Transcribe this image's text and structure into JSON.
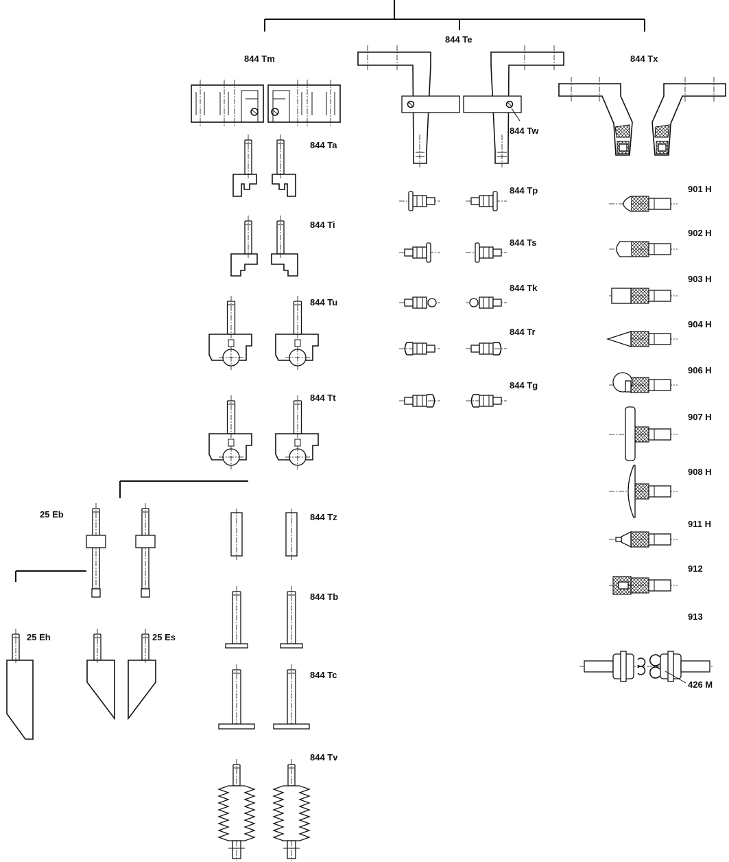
{
  "labels": {
    "Te": "844 Te",
    "Tm": "844 Tm",
    "Tx": "844 Tx",
    "Tw": "844 Tw",
    "Ta": "844 Ta",
    "Ti": "844 Ti",
    "Tu": "844 Tu",
    "Tt": "844 Tt",
    "Tp": "844 Tp",
    "Ts": "844 Ts",
    "Tk": "844 Tk",
    "Tr": "844 Tr",
    "Tg": "844 Tg",
    "Tz": "844 Tz",
    "Tb": "844 Tb",
    "Tc": "844 Tc",
    "Tv": "844 Tv",
    "Eb": "25 Eb",
    "Eh": "25 Eh",
    "Es": "25 Es",
    "H901": "901 H",
    "H902": "902 H",
    "H903": "903 H",
    "H904": "904 H",
    "H906": "906 H",
    "H907": "907 H",
    "H908": "908 H",
    "H911": "911 H",
    "n912": "912",
    "n913": "913",
    "M426": "426 M"
  },
  "icons": [
    "measuring-insert-icon",
    "knurled-tip-icon",
    "holder-bracket-icon",
    "bellows-icon"
  ]
}
